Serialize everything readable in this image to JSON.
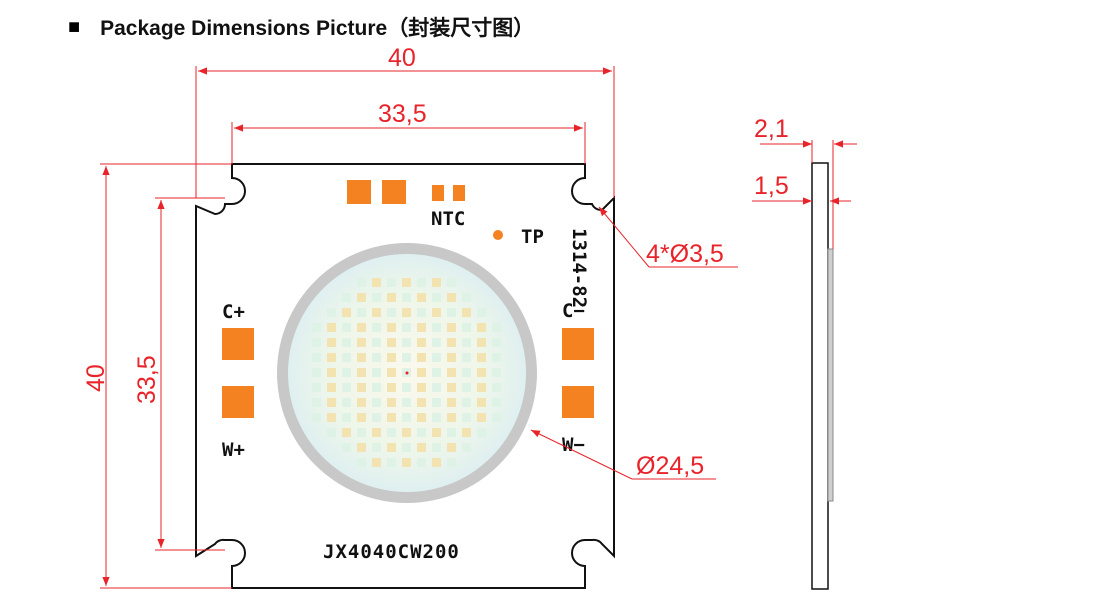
{
  "heading": {
    "marker": "■",
    "title": "Package Dimensions Picture（封装尺寸图）"
  },
  "dimensions": {
    "overall_width": "40",
    "pad_span_width": "33,5",
    "overall_height": "40",
    "pad_span_height": "33,5",
    "thickness_total": "2,1",
    "thickness_base": "1,5",
    "mount_holes": "4*Ø3,5",
    "led_diameter": "Ø24,5"
  },
  "labels": {
    "ntc": "NTC",
    "tp": "TP",
    "c_plus": "C+",
    "c_minus": "C−",
    "w_plus": "W+",
    "w_minus": "W−",
    "part_number": "JX4040CW200",
    "date_code": "1314-82"
  },
  "colors": {
    "dimension": "#e8232a",
    "pad": "#f58220",
    "outline": "#111111",
    "ring": "#c8c8c8",
    "chip_warm": "#f3e3b0",
    "chip_cool": "#dff2e6"
  }
}
